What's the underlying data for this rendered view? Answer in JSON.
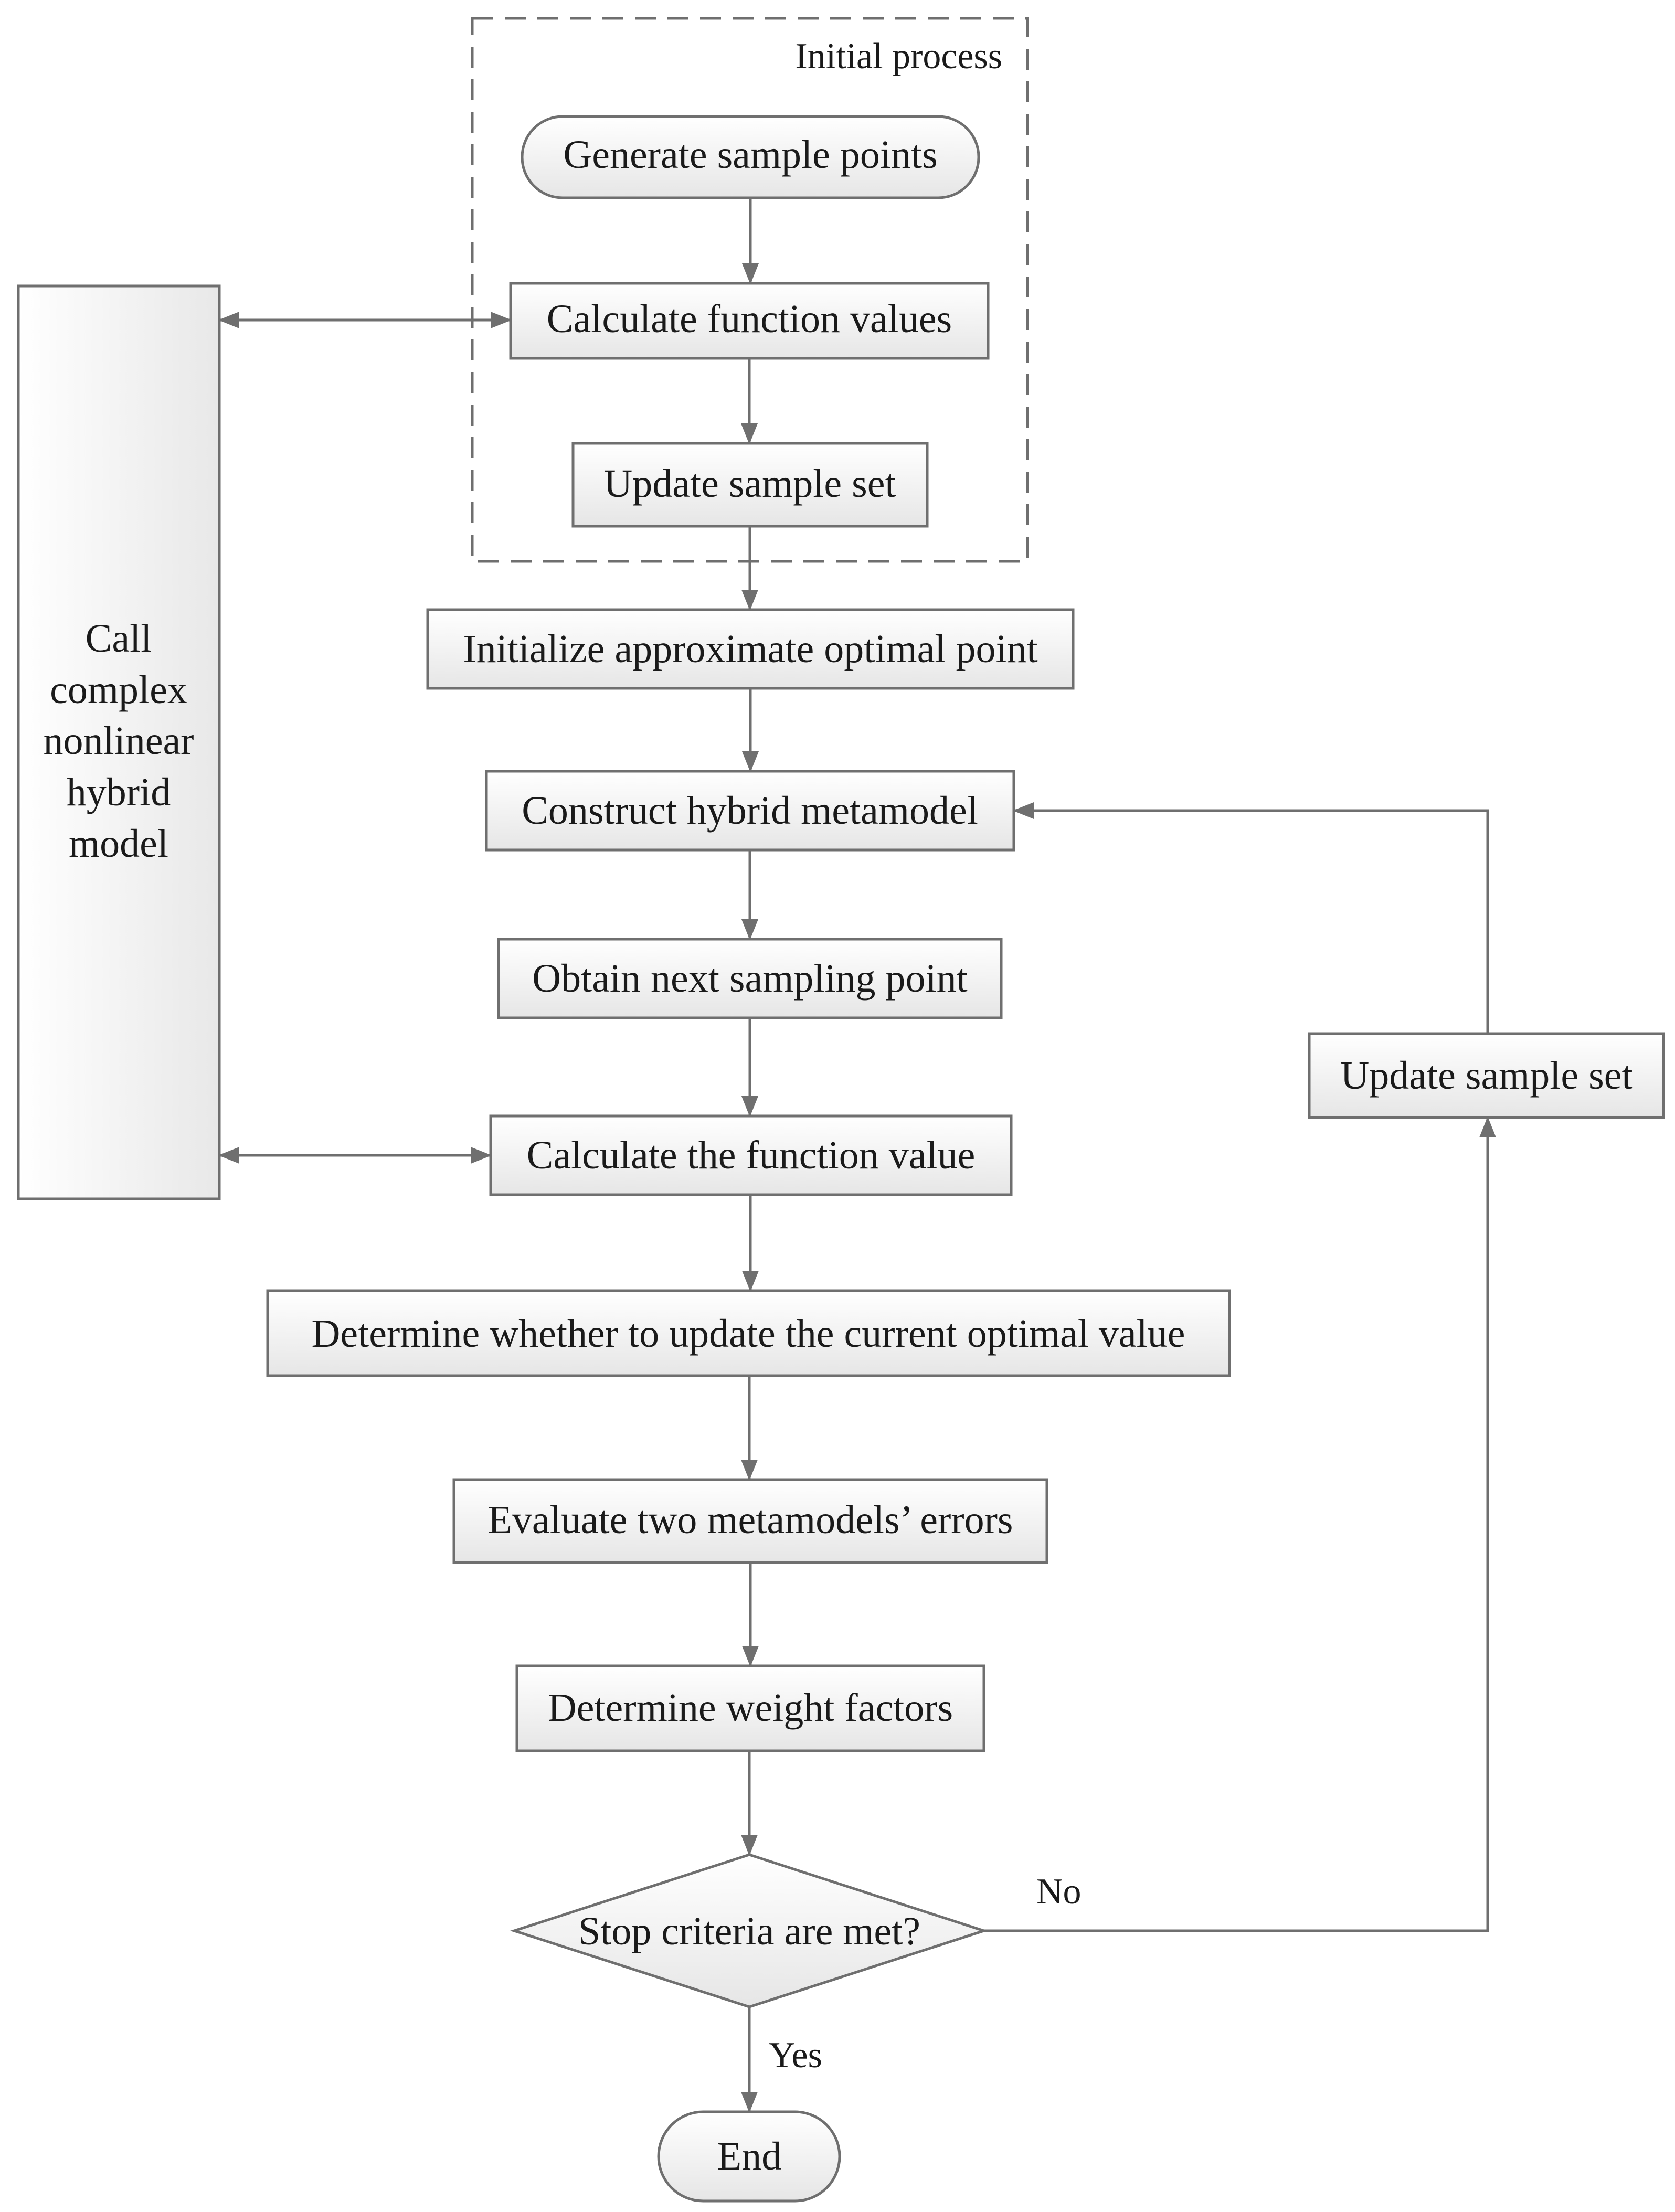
{
  "diagram": {
    "group_label": "Initial process",
    "side_box": [
      "Call",
      "complex",
      "nonlinear",
      "hybrid",
      "model"
    ],
    "nodes": {
      "generate": "Generate sample points",
      "calc_values": "Calculate function values",
      "update_init": "Update sample set",
      "init_opt": "Initialize approximate optimal point",
      "construct": "Construct hybrid metamodel",
      "obtain": "Obtain next sampling point",
      "calc_value": "Calculate the function value",
      "determine_update": "Determine whether to update the current optimal value",
      "evaluate": "Evaluate two metamodels’ errors",
      "weights": "Determine weight factors",
      "stop": "Stop criteria are met?",
      "end": "End",
      "update_loop": "Update sample set"
    },
    "edge_labels": {
      "no": "No",
      "yes": "Yes"
    }
  }
}
